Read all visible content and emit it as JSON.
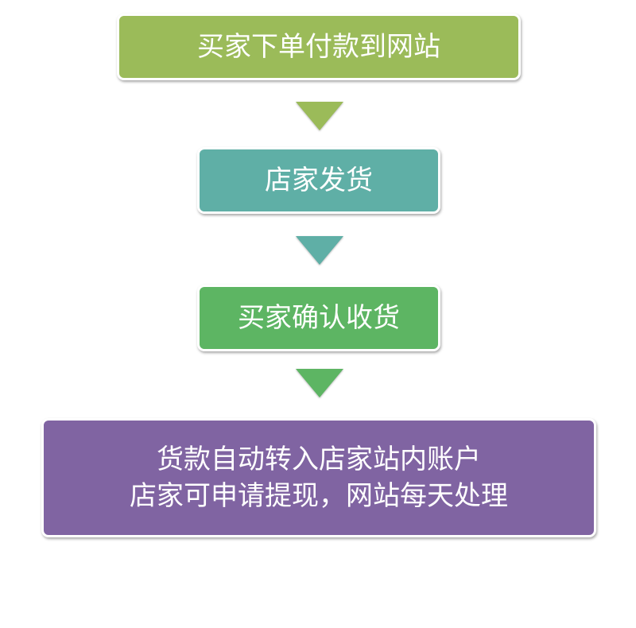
{
  "steps": [
    {
      "lines": [
        "买家下单付款到网站"
      ],
      "color": "#9bbb59"
    },
    {
      "lines": [
        "店家发货"
      ],
      "color": "#5fafa6"
    },
    {
      "lines": [
        "买家确认收货"
      ],
      "color": "#5db563"
    },
    {
      "lines": [
        "货款自动转入店家站内账户",
        "店家可申请提现，网站每天处理"
      ],
      "color": "#8064a2"
    }
  ]
}
